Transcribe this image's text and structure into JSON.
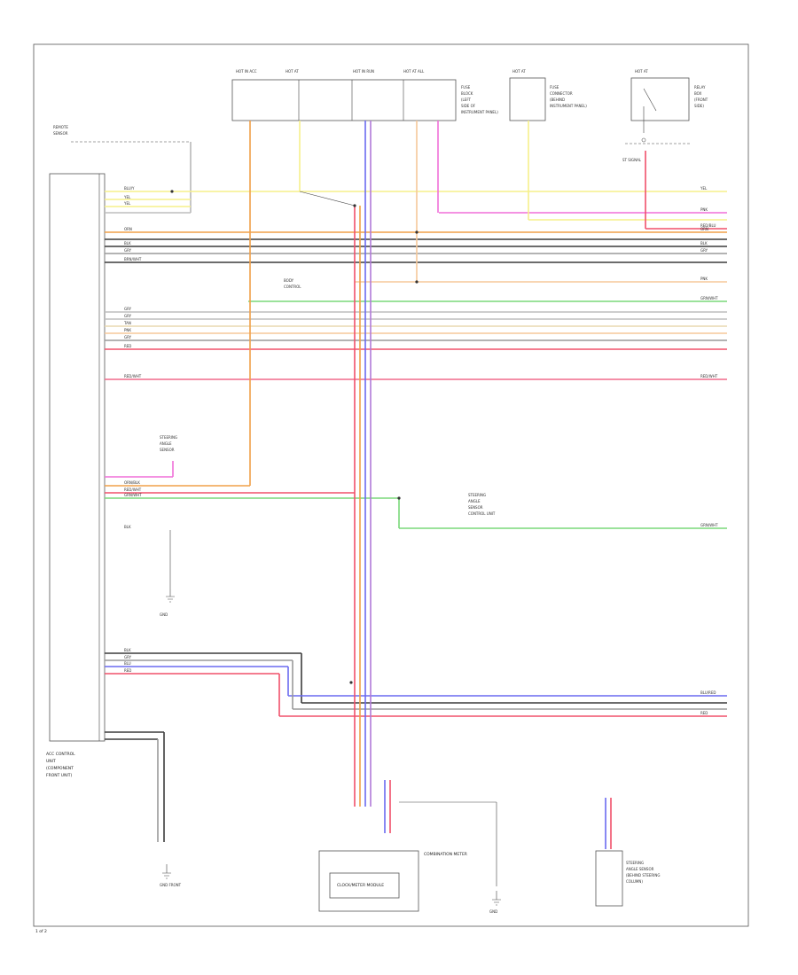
{
  "colors": {
    "yellow": "#f6f08a",
    "orange": "#f0a048",
    "gray": "#9a9a9a",
    "dark": "#3c3c3c",
    "pink": "#f06fd8",
    "red": "#f0506a",
    "blue": "#6a6af0",
    "green": "#7ad87a",
    "tan": "#e8d8b0",
    "violet": "#b07ad8",
    "peach": "#f5c89a"
  },
  "labels": {
    "main_unit": [
      "ACC CONTROL",
      "UNIT",
      "(COMPONENT",
      "FRONT UNIT)"
    ],
    "combination_meter": "COMBINATION METER",
    "meter_inner": "CLOCK/METER MODULE",
    "front_ground": "GND FRONT",
    "footer_id": "1 of 2"
  }
}
